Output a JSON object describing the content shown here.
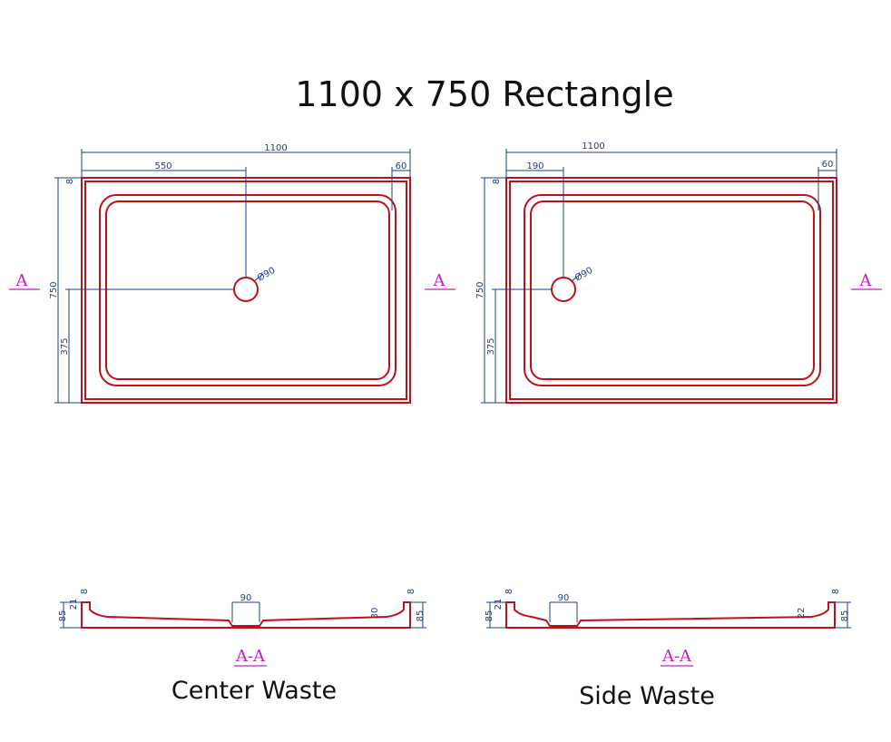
{
  "title": "1100 x 750 Rectangle",
  "captions": {
    "center": "Center Waste",
    "side": "Side Waste"
  },
  "plan": {
    "length": "1100",
    "width": "750",
    "center_offset": "550",
    "side_offset": "190",
    "rim": "60",
    "half_width": "375",
    "top_dim": "8",
    "waste_dia": "Ø90"
  },
  "section": {
    "marker": "A",
    "label": "A-A",
    "waste_width": "90",
    "height": "85",
    "lip_center": "30",
    "lip_side": "22",
    "small_left_center": "21",
    "small_left_side": "21",
    "top_small": "8"
  },
  "colors": {
    "dimension": "#1e3f8a",
    "outline": "#c0101a",
    "section_marker": "#c21fc4"
  }
}
